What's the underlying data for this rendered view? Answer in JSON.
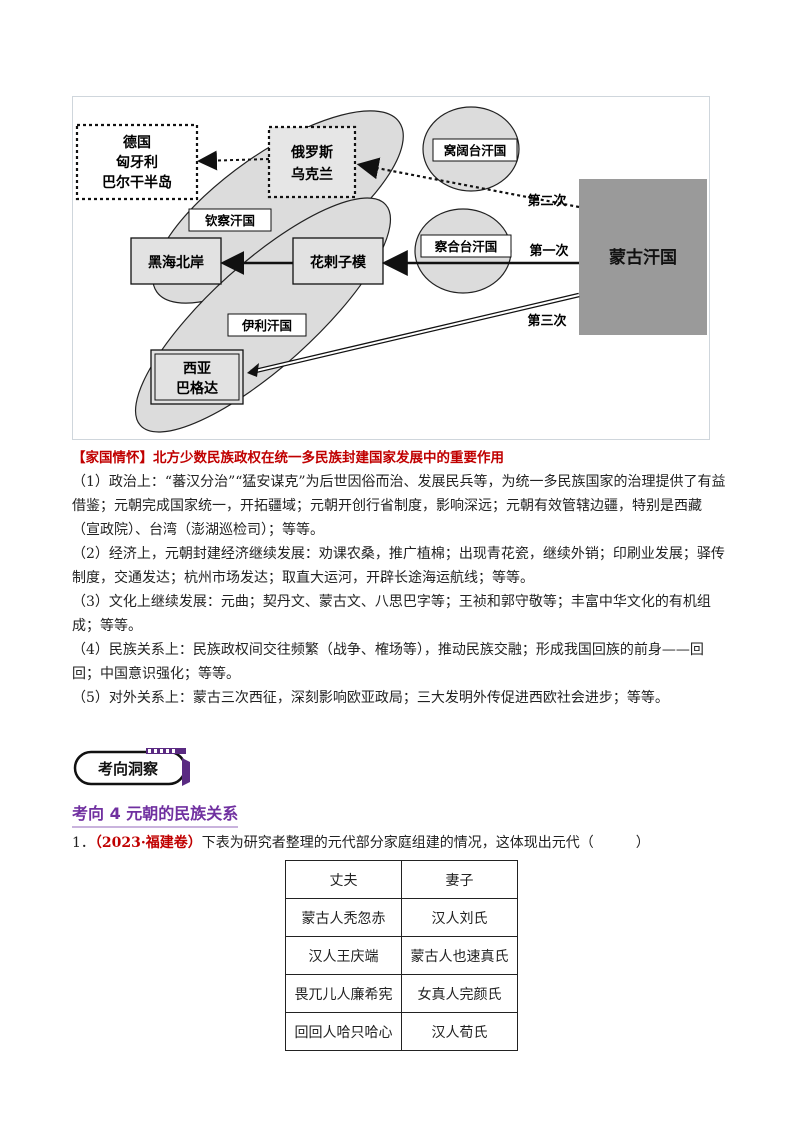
{
  "map": {
    "regions": {
      "germany": [
        "德国",
        "匈牙利",
        "巴尔干半岛"
      ],
      "russia": [
        "俄罗斯",
        "乌克兰"
      ],
      "ogedei": "窝阔台汗国",
      "kipchak": "钦察汗国",
      "black_sea": "黑海北岸",
      "khwarazm": "花剌子模",
      "chagatai": "察合台汗国",
      "mongol": "蒙古汗国",
      "ilkhanate": "伊利汗国",
      "west_asia": [
        "西亚",
        "巴格达"
      ]
    },
    "campaigns": {
      "first": "第一次",
      "second": "第二次",
      "third": "第三次"
    }
  },
  "jiaguo": {
    "heading": "【家国情怀】北方少数民族政权在统一多民族封建国家发展中的重要作用",
    "items": [
      "（1）政治上：“蕃汉分治”“猛安谋克”为后世因俗而治、发展民兵等，为统一多民族国家的治理提供了有益借鉴；元朝完成国家统一，开拓疆域；元朝开创行省制度，影响深远；元朝有效管辖边疆，特别是西藏（宣政院）、台湾（澎湖巡检司）；等等。",
      "（2）经济上，元朝封建经济继续发展：劝课农桑，推广植棉；出现青花瓷，继续外销；印刷业发展；驿传",
      "制度，交通发达；杭州市场发达；取直大运河，开辟长途海运航线；等等。",
      "（3）文化上继续发展：元曲；契丹文、蒙古文、八思巴字等；王祯和郭守敬等；丰富中华文化的有机组成；等等。",
      "（4）民族关系上：民族政权间交往频繁（战争、榷场等），推动民族交融；形成我国回族的前身——回回；中国意识强化；等等。",
      "（5）对外关系上：蒙古三次西征，深刻影响欧亚政局；三大发明外传促进西欧社会进步；等等。"
    ]
  },
  "badge": {
    "label": "考向洞察"
  },
  "subhead": {
    "label": "考向 4  元朝的民族关系"
  },
  "question": {
    "number": "1．",
    "source": "（2023·福建卷）",
    "text": "下表为研究者整理的元代部分家庭组建的情况，这体现出元代（　　　）"
  },
  "table": {
    "headers": [
      "丈夫",
      "妻子"
    ],
    "rows": [
      [
        "蒙古人秃忽赤",
        "汉人刘氏"
      ],
      [
        "汉人王庆端",
        "蒙古人也速真氏"
      ],
      [
        "畏兀儿人廉希宪",
        "女真人完颜氏"
      ],
      [
        "回回人哈只哈心",
        "汉人荀氏"
      ]
    ]
  }
}
